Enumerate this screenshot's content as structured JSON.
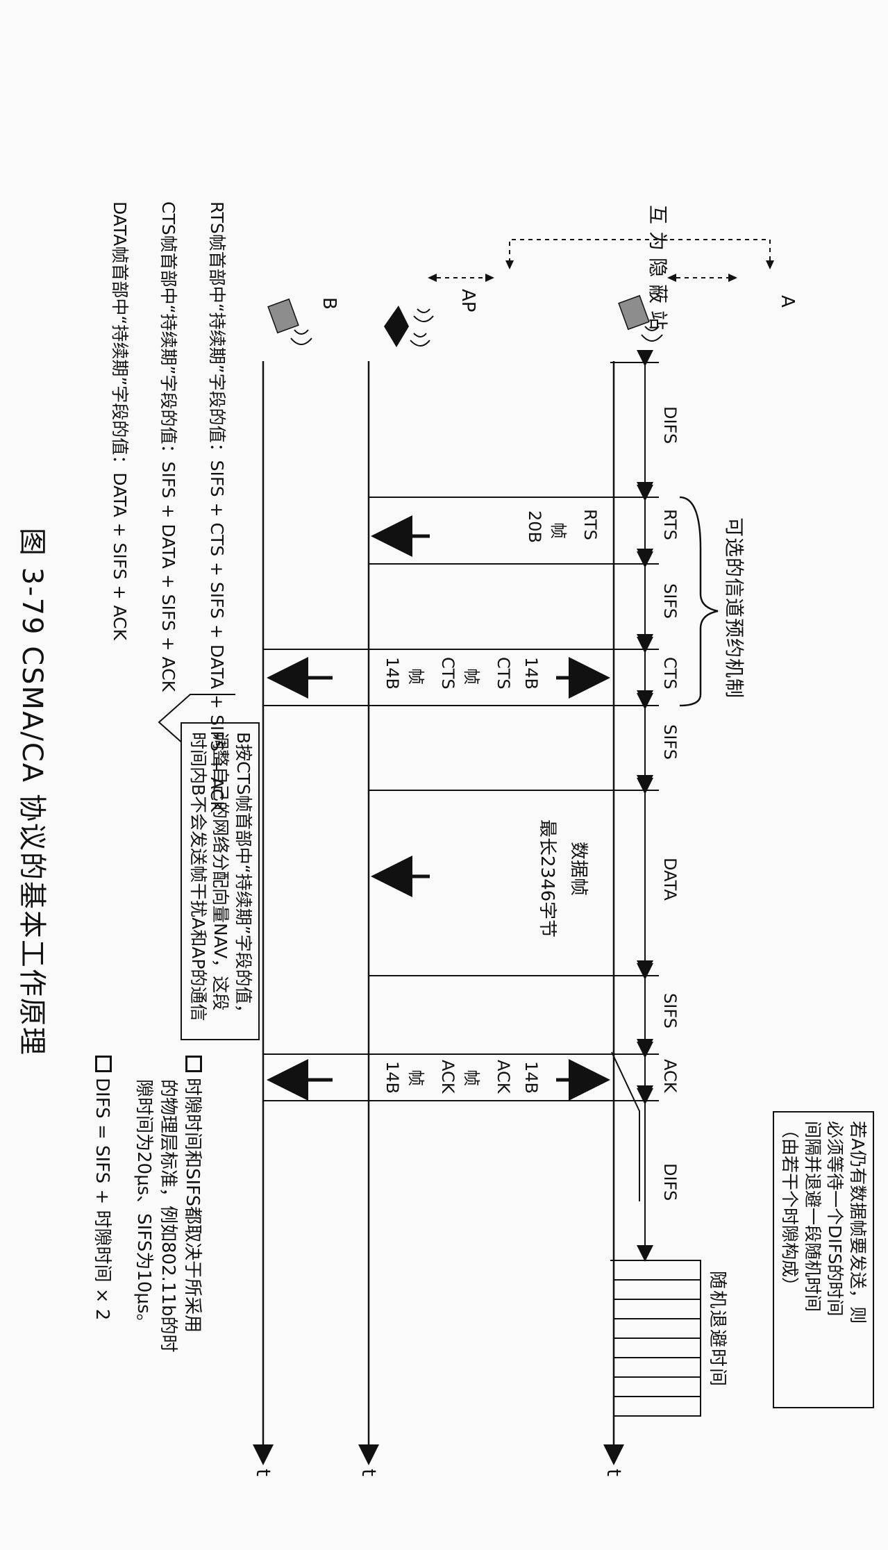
{
  "title": "可选的信道预约机制",
  "stations": {
    "a": "A",
    "ap": "AP",
    "b": "B",
    "hidden": "互为隐蔽站"
  },
  "timeline_end": "t",
  "intervals": {
    "difs1": "DIFS",
    "rts": "RTS",
    "sifs1": "SIFS",
    "cts": "CTS",
    "sifs2": "SIFS",
    "data": "DATA",
    "sifs3": "SIFS",
    "ack": "ACK",
    "difs2": "DIFS"
  },
  "frames": {
    "rts_name": "RTS",
    "rts_kind": "帧",
    "rts_size": "20B",
    "cts_a_name": "CTS",
    "cts_a_kind": "帧",
    "cts_a_size": "14B",
    "cts_b_name": "CTS",
    "cts_b_kind": "帧",
    "cts_b_size": "14B",
    "data_name": "数据帧",
    "data_size": "最长2346字节",
    "ack_a_name": "ACK",
    "ack_a_kind": "帧",
    "ack_a_size": "14B",
    "ack_b_name": "ACK",
    "ack_b_kind": "帧",
    "ack_b_size": "14B"
  },
  "backoff_label": "随机退避时间",
  "note_a": [
    "若A仍有数据帧要发送，则",
    "必须等待一个DIFS的时间",
    "间隔并退避一段随机时间",
    "（由若干个时隙构成）"
  ],
  "note_b": [
    "B按CTS帧首部中“持续期”字段的值，",
    "调整自己的网络分配向量NAV，这段",
    "时间内B不会发送帧干扰A和AP的通信"
  ],
  "legend": {
    "slot_note": [
      "时隙时间和SIFS都取决于所采用",
      "的物理层标准，例如802.11b的时",
      "隙时间为20μs、SIFS为10μs。"
    ],
    "difs_note": "DIFS = SIFS + 时隙时间 × 2"
  },
  "duration_fields": [
    "RTS帧首部中“持续期”字段的值：SIFS + CTS + SIFS + DATA + SIFS + ACK",
    "CTS帧首部中“持续期”字段的值：SIFS + DATA + SIFS + ACK",
    "DATA帧首部中“持续期”字段的值：DATA + SIFS + ACK"
  ],
  "caption": "图 3-79   CSMA/CA 协议的基本工作原理"
}
